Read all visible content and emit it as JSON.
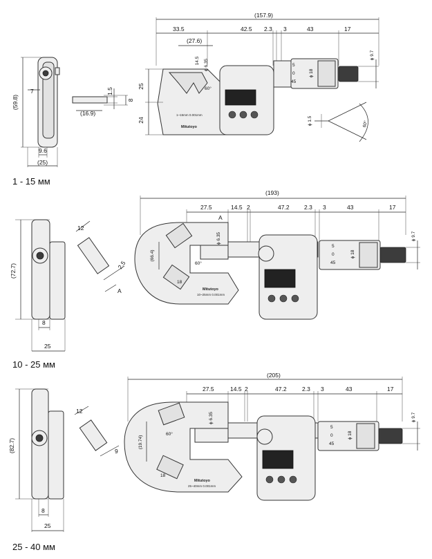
{
  "sections": [
    {
      "caption": "1 - 15 мм",
      "side": {
        "height": "(59.8)",
        "d7": "7",
        "d96": "9.6",
        "d25": "(25)"
      },
      "tip": {
        "d15": "1.5",
        "d8": "8",
        "d169": "(16.9)"
      },
      "top": {
        "overall": "(157.9)",
        "a": "33.5",
        "b": "42.5",
        "c": "2.3",
        "d": "3",
        "e": "43",
        "f": "17",
        "gap": "(27.6)",
        "r145": "14.5",
        "dia635": "ϕ 6.35",
        "ang": "60°",
        "h25": "25",
        "h24": "24",
        "dia97": "ϕ 9.7",
        "dia18": "ϕ 18",
        "s5": "5",
        "s0": "0",
        "s45": "45",
        "frame_text": "1~15mm  0.001mm",
        "logo": "Mitutoyo"
      },
      "anvil": {
        "dia15": "ϕ 1.5",
        "ang": "60°"
      }
    },
    {
      "caption": "10 - 25 мм",
      "side": {
        "height": "(72.7)",
        "d8": "8",
        "d25": "25"
      },
      "tip": {
        "d12": "12",
        "d25": "2.5",
        "A": "A"
      },
      "top": {
        "overall": "(193)",
        "a": "27.5",
        "b": "14.5",
        "b2": "2",
        "c": "47.2",
        "c2": "2.3",
        "d": "3",
        "e": "43",
        "f": "17",
        "A": "A",
        "dia635": "ϕ 6.35",
        "gap": "(66.4)",
        "ang": "60°",
        "r18": "18",
        "dia97": "ϕ 9.7",
        "dia18": "ϕ 18",
        "s5": "5",
        "s0": "0",
        "s45": "45",
        "logo": "Mitutoyo",
        "frame_text": "10~25mm  0.001mm"
      }
    },
    {
      "caption": "25 - 40 мм",
      "side": {
        "height": "(82.7)",
        "d8": "8",
        "d25": "25"
      },
      "tip": {
        "d12": "12",
        "d9": "9"
      },
      "top": {
        "overall": "(205)",
        "a": "27.5",
        "b": "14.5",
        "b2": "2",
        "c": "47.2",
        "c2": "2.3",
        "d": "3",
        "e": "43",
        "f": "17",
        "dia635": "ϕ 6.35",
        "gap": "(19.74)",
        "ang": "60°",
        "r18": "18",
        "dia97": "ϕ 9.7",
        "dia18": "ϕ 18",
        "s5": "5",
        "s0": "0",
        "s45": "45",
        "logo": "Mitutoyo",
        "frame_text": "25~40mm  0.001mm"
      }
    }
  ]
}
